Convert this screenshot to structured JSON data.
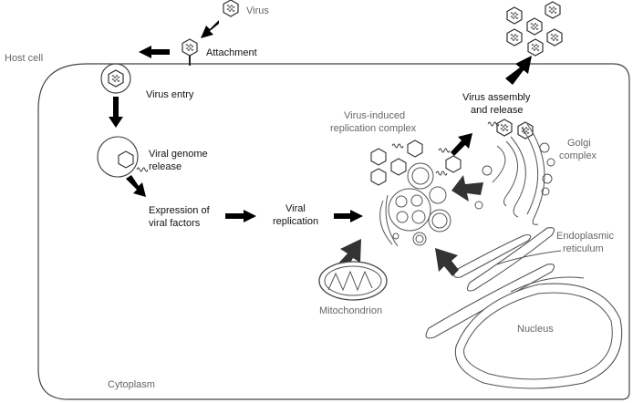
{
  "labels": {
    "virus": "Virus",
    "attachment": "Attachment",
    "host_cell": "Host cell",
    "virus_entry": "Virus entry",
    "viral_genome_release_1": "Viral genome",
    "viral_genome_release_2": "release",
    "expression_1": "Expression of",
    "expression_2": "viral factors",
    "viral_replication_1": "Viral",
    "viral_replication_2": "replication",
    "replication_complex_1": "Virus-induced",
    "replication_complex_2": "replication complex",
    "assembly_1": "Virus assembly",
    "assembly_2": "and release",
    "golgi_1": "Golgi",
    "golgi_2": "complex",
    "er_1": "Endoplasmic",
    "er_2": "reticulum",
    "mitochondrion": "Mitochondrion",
    "nucleus": "Nucleus",
    "cytoplasm": "Cytoplasm"
  },
  "colors": {
    "black_arrow": "#000000",
    "dark_arrow": "#333333",
    "outline": "#555555",
    "gray_text": "#666666",
    "text": "#111111"
  }
}
